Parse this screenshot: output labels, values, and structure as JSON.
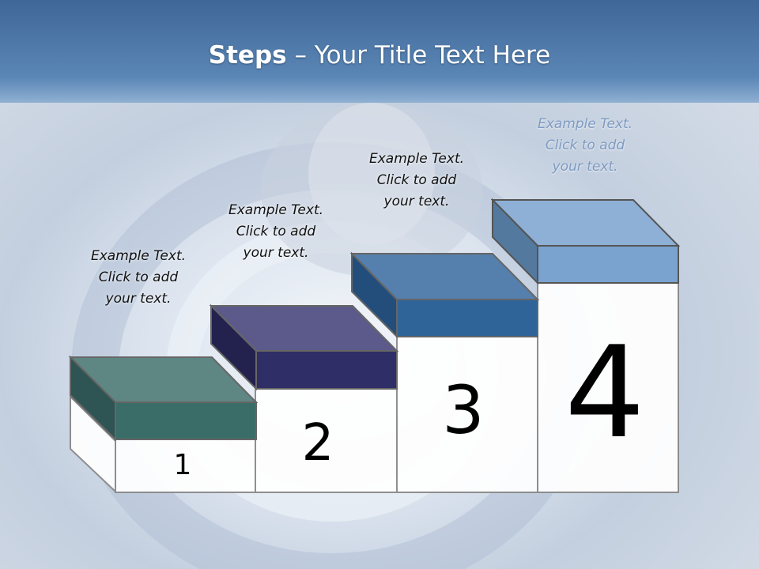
{
  "slide": {
    "title_bold": "Steps",
    "title_rest": " – Your Title Text Here"
  },
  "colors": {
    "header_band": "#4f78a8",
    "step1": "#3a6d68",
    "step2": "#2f2e66",
    "step3": "#2f6498",
    "step4": "#7aa3cf"
  },
  "steps": [
    {
      "number": "1",
      "caption": [
        "Example Text.",
        "Click  to add",
        "your text."
      ]
    },
    {
      "number": "2",
      "caption": [
        "Example Text.",
        "Click  to add",
        "your text."
      ]
    },
    {
      "number": "3",
      "caption": [
        "Example Text.",
        "Click  to add",
        "your text."
      ]
    },
    {
      "number": "4",
      "caption": [
        "Example Text.",
        "Click  to add",
        "your text."
      ]
    }
  ]
}
